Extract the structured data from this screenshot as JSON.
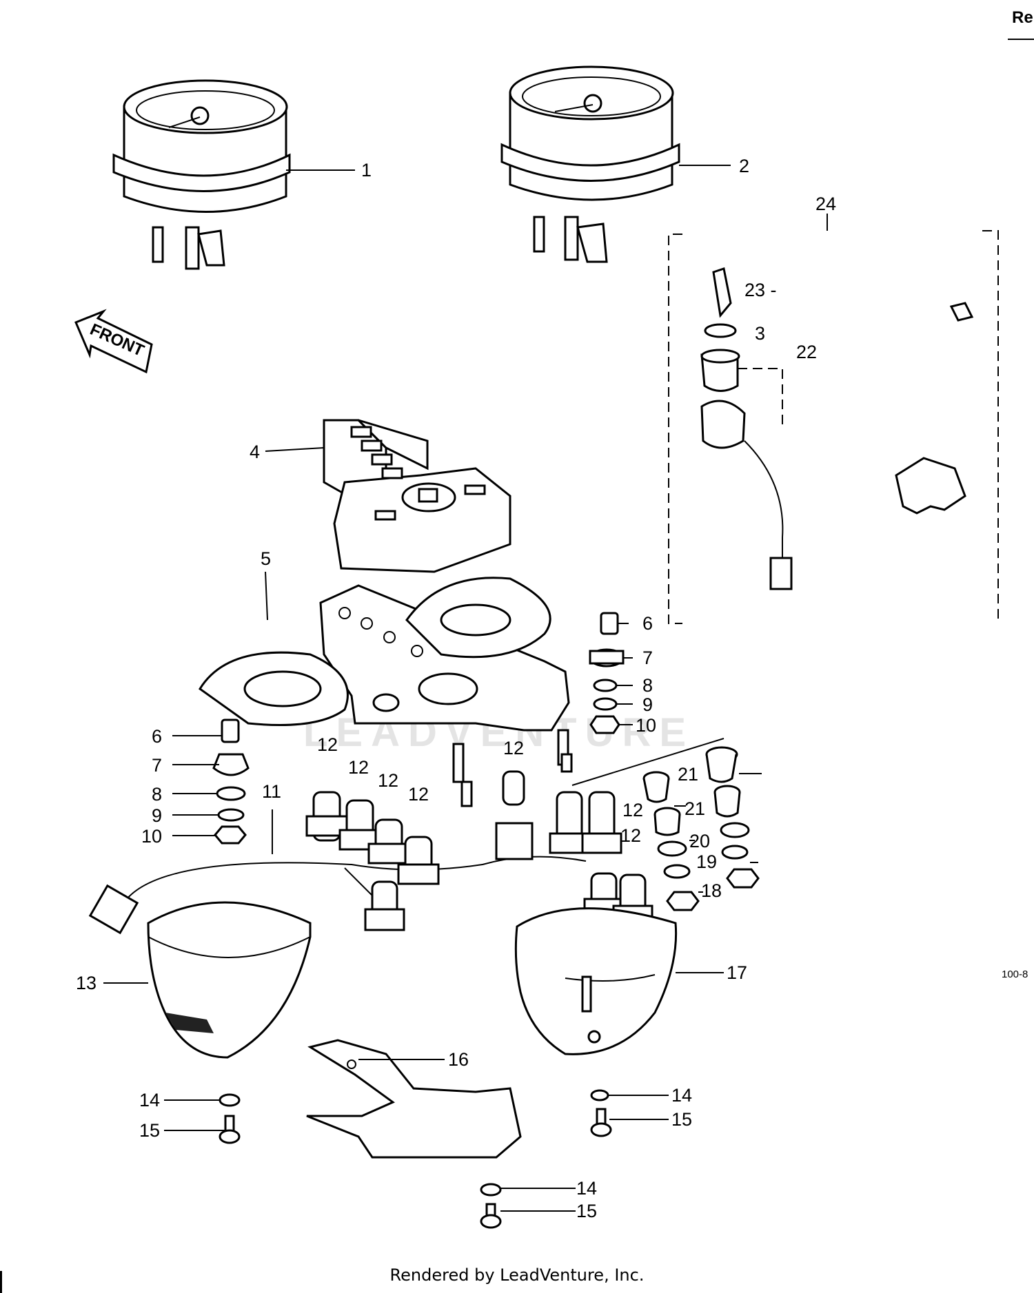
{
  "header": {
    "corner_label": "Re"
  },
  "diagram": {
    "code": "100-8",
    "front_arrow_label": "FRONT",
    "watermark": "LEADVENTURE"
  },
  "callouts": {
    "c1": "1",
    "c2": "2",
    "c3": "3",
    "c4": "4",
    "c5": "5",
    "c6a": "6",
    "c6b": "6",
    "c7a": "7",
    "c7b": "7",
    "c8a": "8",
    "c8b": "8",
    "c9a": "9",
    "c9b": "9",
    "c10a": "10",
    "c10b": "10",
    "c11": "11",
    "c12a": "12",
    "c12b": "12",
    "c12c": "12",
    "c12d": "12",
    "c12e": "12",
    "c12f": "12",
    "c12g": "12",
    "c13": "13",
    "c14a": "14",
    "c14b": "14",
    "c14c": "14",
    "c15a": "15",
    "c15b": "15",
    "c15c": "15",
    "c16": "16",
    "c17": "17",
    "c18": "18",
    "c19": "19",
    "c20": "20",
    "c21a": "21",
    "c21b": "21",
    "c22": "22",
    "c23": "23 -",
    "c24": "24"
  },
  "footer": {
    "credit": "Rendered by LeadVenture, Inc."
  }
}
